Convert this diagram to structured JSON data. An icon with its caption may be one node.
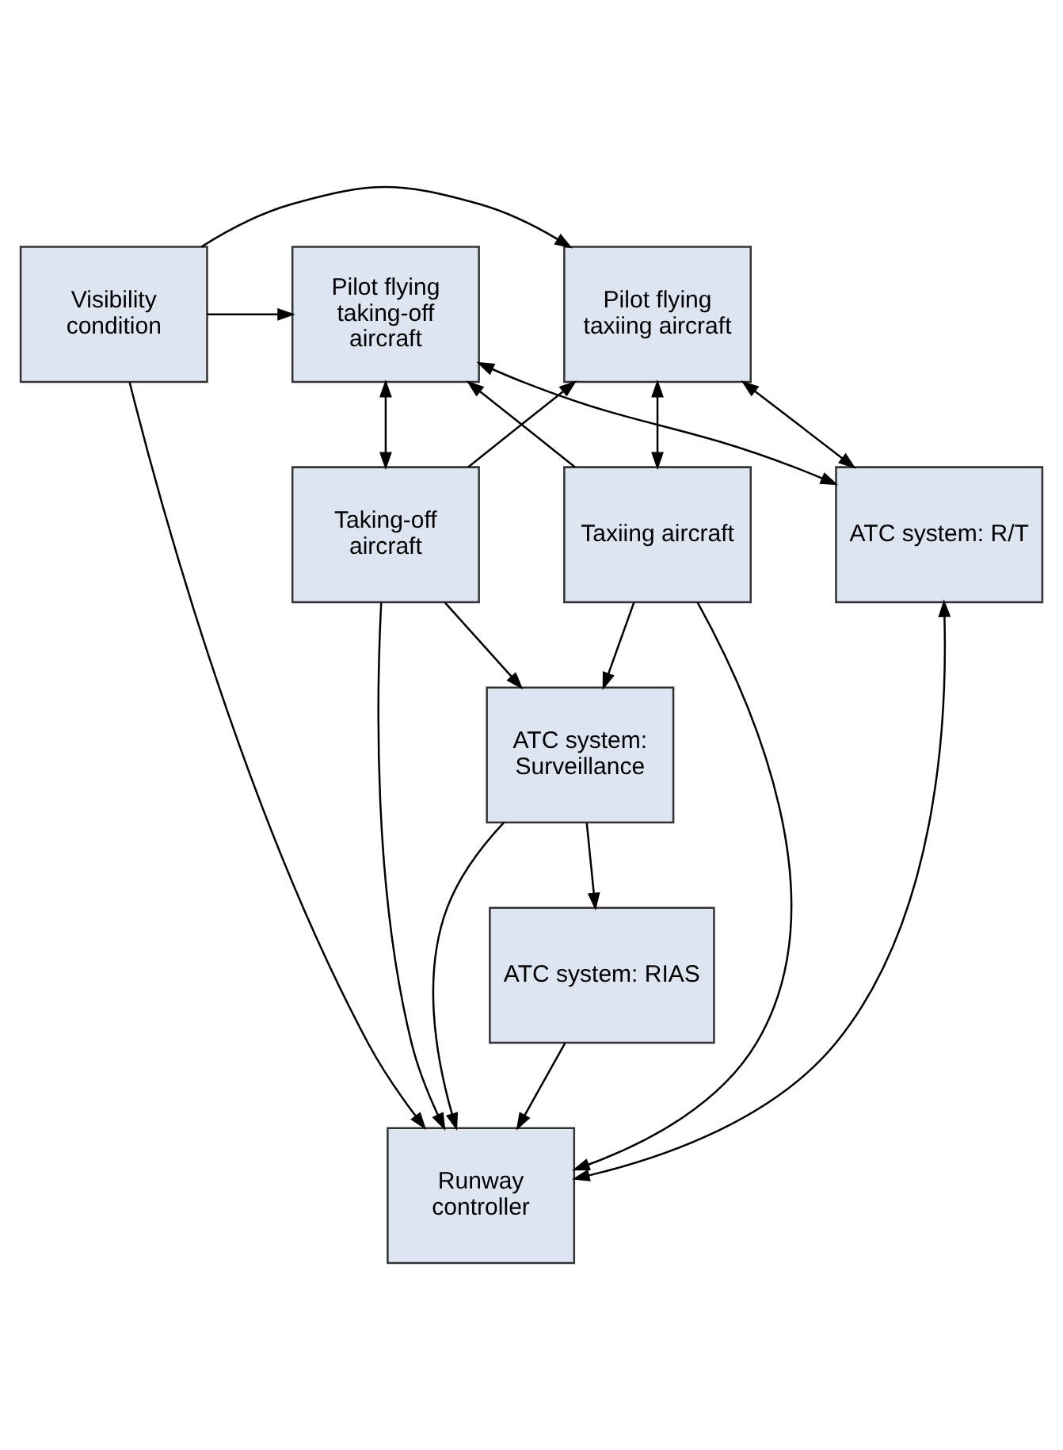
{
  "diagram": {
    "nodes": [
      {
        "text": [
          "Visibility condition"
        ]
      },
      {
        "text": [
          "Pilot flying taking-off aircraft"
        ]
      },
      {
        "text": [
          "Pilot flying taxiing aircraft"
        ]
      },
      {
        "text": [
          "Taking-off aircraft"
        ]
      },
      {
        "text": [
          "Taxiing aircraft"
        ]
      },
      {
        "text": [
          "ATC system: R/T"
        ]
      },
      {
        "text": [
          "Runway controller"
        ]
      },
      {
        "text": [
          "ATC system: RIAS"
        ]
      },
      {
        "text": [
          "ATC system: Surveillance"
        ]
      }
    ],
    "edges": [
      {
        "from": 0,
        "to": 1,
        "arrow": "to"
      },
      {
        "from": 0,
        "to": 2,
        "arrow": "to"
      },
      {
        "from": 0,
        "to": 6,
        "arrow": "to"
      },
      {
        "from": 1,
        "to": 3,
        "arrow": "both"
      },
      {
        "from": 2,
        "to": 4,
        "arrow": "both"
      },
      {
        "from": 3,
        "to": 2,
        "arrow": "to"
      },
      {
        "from": 4,
        "to": 1,
        "arrow": "to"
      },
      {
        "from": 1,
        "to": 5,
        "arrow": "both"
      },
      {
        "from": 2,
        "to": 5,
        "arrow": "both"
      },
      {
        "from": 3,
        "to": 6,
        "arrow": "to"
      },
      {
        "from": 4,
        "to": 6,
        "arrow": "to"
      },
      {
        "from": 5,
        "to": 6,
        "arrow": "both"
      },
      {
        "from": 7,
        "to": 6,
        "arrow": "to"
      },
      {
        "from": 8,
        "to": 6,
        "arrow": "to"
      },
      {
        "from": 8,
        "to": 7,
        "arrow": "to"
      },
      {
        "from": 3,
        "to": 8,
        "arrow": "to"
      },
      {
        "from": 4,
        "to": 8,
        "arrow": "to"
      }
    ]
  }
}
